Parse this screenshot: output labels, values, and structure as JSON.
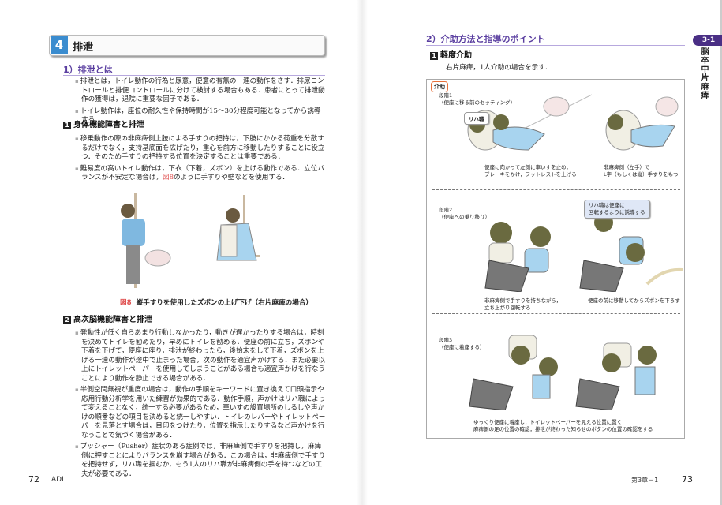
{
  "left": {
    "section_num": "4",
    "section_title": "排泄",
    "sub1_title": "1）排泄とは",
    "sub1_paras": [
      "排泄とは，トイレ動作の行為と尿意，便意の有無の一連の動作をさす．排尿コントロールと排便コントロールに分けて検討する場合もある．患者にとって排泄動作の獲得は，退院に重要な因子である．",
      "トイレ動作は，座位の耐久性や保持時間が15～30分程度可能となってから誘導する．"
    ],
    "h_a_num": "1",
    "h_a_title": "身体機能障害と排泄",
    "h_a_paras": [
      "移乗動作の際の非麻痺側上肢による手すりの把持は，下肢にかかる荷重を分散するだけでなく，支持基底面を広げたり，重心を前方に移動したりすることに役立つ．そのため手すりの把持する位置を決定することは重要である．",
      "難易度の高いトイレ動作は，下衣（下着，ズボン）を上げる動作である．立位バランスが不安定な場合は，"
    ],
    "fig_ref": "図8",
    "h_a_para2_tail": "のように手すりや壁などを使用する．",
    "fig8_label": "図8",
    "fig8_caption": "縦手すりを使用したズボンの上げ下げ（右片麻痺の場合）",
    "h_b_num": "2",
    "h_b_title": "高次脳機能障害と排泄",
    "h_b_paras": [
      "発動性が低く自らあまり行動しなかったり，動きが遅かったりする場合は，時刻を決めてトイレを勧めたり，早めにトイレを勧める．便座の前に立ち，ズボンや下着を下げて，便座に座り，排泄が終わったら，後始末をして下着，ズボンを上げる一連の動作が途中で止まった場合，次の動作を適宜声かけする．また必要以上にトイレットペーパーを使用してしまうことがある場合も適宜声かけを行なうことにより動作を静止できる場合がある．",
      "半側空間無視が重度の場合は，動作の手順をキーワードに置き換えて口頭指示や応用行動分析学を用いた練習が効果的である．動作手順，声かけはリハ職によって変えることなく，統一する必要があるため，車いすの設置場所のしるしや声かけの順番などの項目を決めると統一しやすい．トイレのレバーやトイレットペーパーを見落とす場合は，目印をつけたり，位置を指示したりするなど声かけを行なうことで気づく場合がある．",
      "プッシャー（Pusher）症状のある症例では，非麻痺側で手すりを把持し，麻痺側に押すことによりバランスを崩す場合がある．この場合は，非麻痺側で手すりを把持せず，リハ職を掴むか，もう1人のリハ職が非麻痺側の手を持つなどの工夫が必要である．"
    ],
    "page_number": "72",
    "running_head": "ADL"
  },
  "right": {
    "sub2_title": "2）介助方法と指導のポイント",
    "tab_label": "3-1",
    "side_label": "脳卒中片麻痺",
    "h_num": "1",
    "h_title": "軽度介助",
    "intro": "右片麻痺，1人介助の場合を示す．",
    "figure": {
      "tag": "介助",
      "stage1": [
        "段階1",
        "（便座に移る前のセッティング）"
      ],
      "rehab_label": "リハ職",
      "note1a": [
        "便座に向かって左側に車いすを止め，",
        "ブレーキをかけ，フットレストを上げる"
      ],
      "note1b": [
        "非麻痺側（左手）で",
        "L字（もしくは縦）手すりをもつ"
      ],
      "stage2": [
        "段階2",
        "（便座への乗り移り）"
      ],
      "bubble2": [
        "リハ職は便座に",
        "回転するように誘導する"
      ],
      "note2a": [
        "非麻痺側で手すりを持ちながら，",
        "立ち上がり回転する"
      ],
      "note2b": [
        "便座の前に移動してからズボンを下ろす"
      ],
      "stage3": [
        "段階3",
        "（便座に着座する）"
      ],
      "note3": [
        "ゆっくり便座に着座し，トイレットペーパーを見える位置に置く",
        "麻痺側の足の位置の確認，排泄が終わった知らせのボタンの位置の確認をする"
      ]
    },
    "chapter": "第3章－1",
    "page_number": "73"
  },
  "colors": {
    "accent_blue": "#3a8ccf",
    "heading_purple": "#5a3ea0",
    "tab_purple": "#4a2f85",
    "fig_red": "#e05050"
  }
}
